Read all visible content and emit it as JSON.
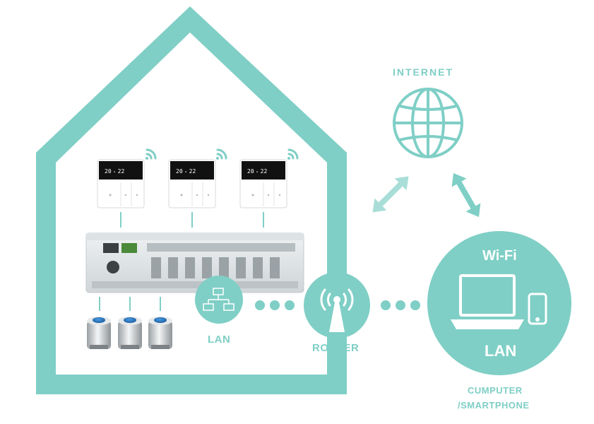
{
  "labels": {
    "internet": "INTERNET",
    "lan_small": "LAN",
    "router": "ROUTER",
    "wifi": "Wi-Fi",
    "lan_big": "LAN",
    "computer_line1": "CUMPUTER",
    "computer_line2": "/SMARTPHONE"
  },
  "thermostat": {
    "readout_left": "20",
    "readout_right": "22"
  },
  "colors": {
    "accent": "#7fcfc6",
    "accent_dark": "#6bc4ba",
    "screen": "#111111",
    "actuator_cap": "#1f6fb8"
  },
  "icons": [
    "house-outline",
    "wifi-icon",
    "globe-icon",
    "network-icon",
    "router-antenna-icon",
    "laptop-icon",
    "smartphone-icon",
    "double-arrow-icon"
  ]
}
